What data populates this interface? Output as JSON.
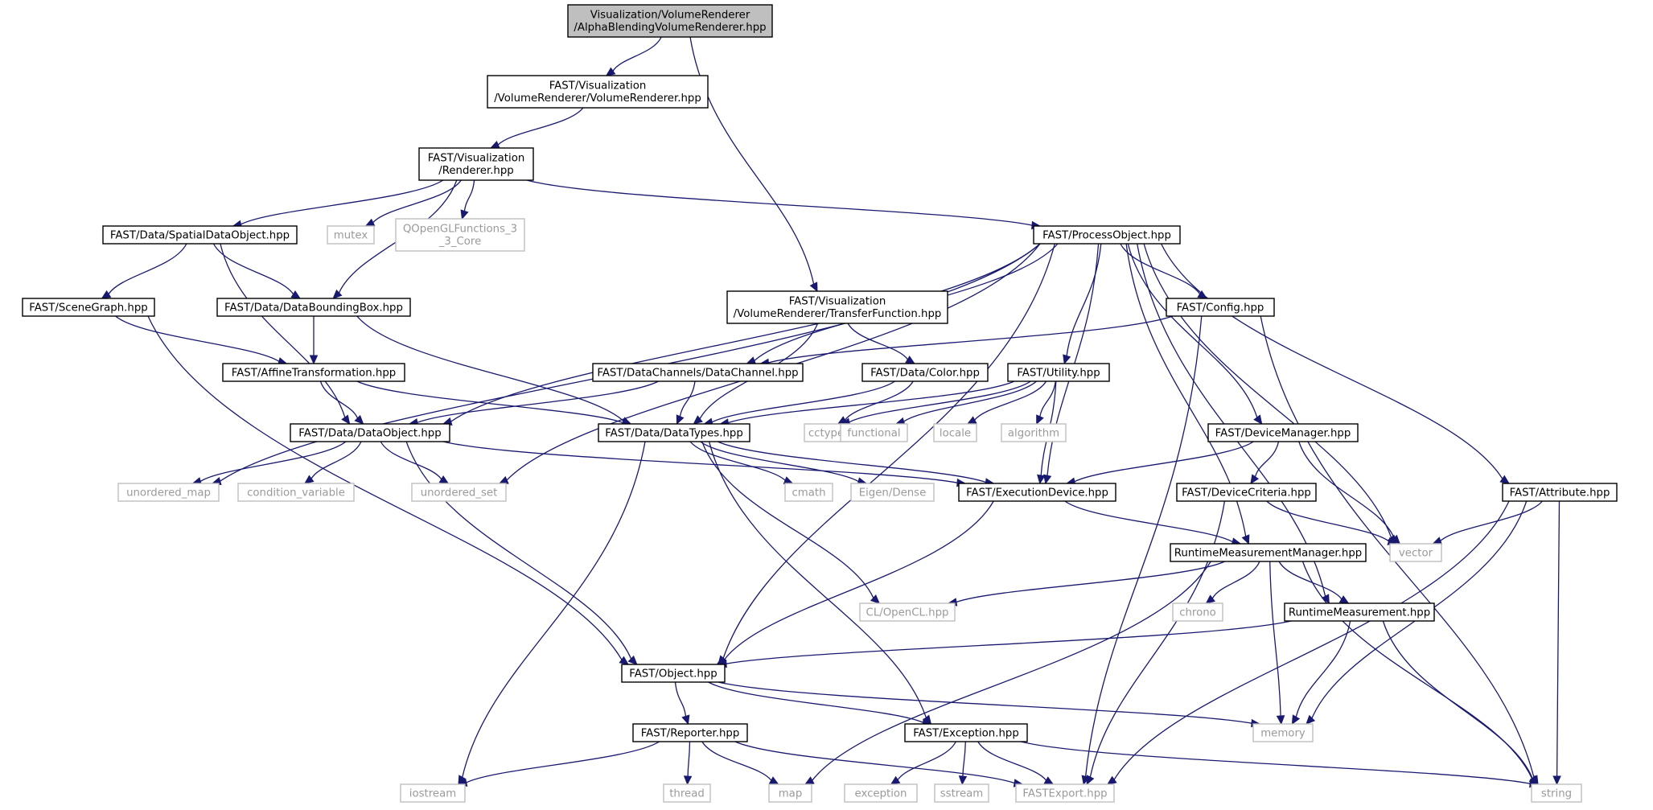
{
  "colors": {
    "edge": "#191970",
    "root_fill": "#bfbfbf",
    "local_border": "#000000",
    "system_border": "#bfbfbf",
    "system_text": "#9a9a9a"
  },
  "nodes": [
    {
      "id": "root",
      "kind": "root",
      "lines": [
        "Visualization/VolumeRenderer",
        "/AlphaBlendingVolumeRenderer.hpp"
      ]
    },
    {
      "id": "volrend",
      "kind": "local",
      "lines": [
        "FAST/Visualization",
        "/VolumeRenderer/VolumeRenderer.hpp"
      ]
    },
    {
      "id": "renderer",
      "kind": "local",
      "lines": [
        "FAST/Visualization",
        "/Renderer.hpp"
      ]
    },
    {
      "id": "spatial",
      "kind": "local",
      "lines": [
        "FAST/Data/SpatialDataObject.hpp"
      ]
    },
    {
      "id": "mutex",
      "kind": "system",
      "lines": [
        "mutex"
      ]
    },
    {
      "id": "qopengl",
      "kind": "system",
      "lines": [
        "QOpenGLFunctions_3",
        "_3_Core"
      ]
    },
    {
      "id": "process",
      "kind": "local",
      "lines": [
        "FAST/ProcessObject.hpp"
      ]
    },
    {
      "id": "scenegraph",
      "kind": "local",
      "lines": [
        "FAST/SceneGraph.hpp"
      ]
    },
    {
      "id": "bbox",
      "kind": "local",
      "lines": [
        "FAST/Data/DataBoundingBox.hpp"
      ]
    },
    {
      "id": "transfer",
      "kind": "local",
      "lines": [
        "FAST/Visualization",
        "/VolumeRenderer/TransferFunction.hpp"
      ]
    },
    {
      "id": "config",
      "kind": "local",
      "lines": [
        "FAST/Config.hpp"
      ]
    },
    {
      "id": "affine",
      "kind": "local",
      "lines": [
        "FAST/AffineTransformation.hpp"
      ]
    },
    {
      "id": "datachannel",
      "kind": "local",
      "lines": [
        "FAST/DataChannels/DataChannel.hpp"
      ]
    },
    {
      "id": "color",
      "kind": "local",
      "lines": [
        "FAST/Data/Color.hpp"
      ]
    },
    {
      "id": "utility",
      "kind": "local",
      "lines": [
        "FAST/Utility.hpp"
      ]
    },
    {
      "id": "dataobject",
      "kind": "local",
      "lines": [
        "FAST/Data/DataObject.hpp"
      ]
    },
    {
      "id": "datatypes",
      "kind": "local",
      "lines": [
        "FAST/Data/DataTypes.hpp"
      ]
    },
    {
      "id": "cctype",
      "kind": "system",
      "lines": [
        "cctype"
      ]
    },
    {
      "id": "functional",
      "kind": "system",
      "lines": [
        "functional"
      ]
    },
    {
      "id": "locale",
      "kind": "system",
      "lines": [
        "locale"
      ]
    },
    {
      "id": "algorithm",
      "kind": "system",
      "lines": [
        "algorithm"
      ]
    },
    {
      "id": "devicemanager",
      "kind": "local",
      "lines": [
        "FAST/DeviceManager.hpp"
      ]
    },
    {
      "id": "unordered_map",
      "kind": "system",
      "lines": [
        "unordered_map"
      ]
    },
    {
      "id": "condvar",
      "kind": "system",
      "lines": [
        "condition_variable"
      ]
    },
    {
      "id": "unordered_set",
      "kind": "system",
      "lines": [
        "unordered_set"
      ]
    },
    {
      "id": "cmath",
      "kind": "system",
      "lines": [
        "cmath"
      ]
    },
    {
      "id": "eigen",
      "kind": "system",
      "lines": [
        "Eigen/Dense"
      ]
    },
    {
      "id": "execdevice",
      "kind": "local",
      "lines": [
        "FAST/ExecutionDevice.hpp"
      ]
    },
    {
      "id": "devicecriteria",
      "kind": "local",
      "lines": [
        "FAST/DeviceCriteria.hpp"
      ]
    },
    {
      "id": "attribute",
      "kind": "local",
      "lines": [
        "FAST/Attribute.hpp"
      ]
    },
    {
      "id": "rtmm",
      "kind": "local",
      "lines": [
        "RuntimeMeasurementManager.hpp"
      ]
    },
    {
      "id": "vector",
      "kind": "system",
      "lines": [
        "vector"
      ]
    },
    {
      "id": "opencl",
      "kind": "system",
      "lines": [
        "CL/OpenCL.hpp"
      ]
    },
    {
      "id": "chrono",
      "kind": "system",
      "lines": [
        "chrono"
      ]
    },
    {
      "id": "rtm",
      "kind": "local",
      "lines": [
        "RuntimeMeasurement.hpp"
      ]
    },
    {
      "id": "object",
      "kind": "local",
      "lines": [
        "FAST/Object.hpp"
      ]
    },
    {
      "id": "reporter",
      "kind": "local",
      "lines": [
        "FAST/Reporter.hpp"
      ]
    },
    {
      "id": "exception",
      "kind": "local",
      "lines": [
        "FAST/Exception.hpp"
      ]
    },
    {
      "id": "memory",
      "kind": "system",
      "lines": [
        "memory"
      ]
    },
    {
      "id": "iostream",
      "kind": "system",
      "lines": [
        "iostream"
      ]
    },
    {
      "id": "thread",
      "kind": "system",
      "lines": [
        "thread"
      ]
    },
    {
      "id": "map",
      "kind": "system",
      "lines": [
        "map"
      ]
    },
    {
      "id": "std_exception",
      "kind": "system",
      "lines": [
        "exception"
      ]
    },
    {
      "id": "sstream",
      "kind": "system",
      "lines": [
        "sstream"
      ]
    },
    {
      "id": "fastexport",
      "kind": "system",
      "lines": [
        "FASTExport.hpp"
      ]
    },
    {
      "id": "string",
      "kind": "system",
      "lines": [
        "string"
      ]
    }
  ],
  "edges": [
    [
      "root",
      "volrend"
    ],
    [
      "root",
      "transfer"
    ],
    [
      "volrend",
      "renderer"
    ],
    [
      "renderer",
      "spatial"
    ],
    [
      "renderer",
      "mutex"
    ],
    [
      "renderer",
      "qopengl"
    ],
    [
      "renderer",
      "process"
    ],
    [
      "renderer",
      "bbox"
    ],
    [
      "spatial",
      "scenegraph"
    ],
    [
      "spatial",
      "bbox"
    ],
    [
      "spatial",
      "dataobject"
    ],
    [
      "process",
      "unordered_map"
    ],
    [
      "process",
      "dataobject"
    ],
    [
      "process",
      "unordered_set"
    ],
    [
      "process",
      "object"
    ],
    [
      "process",
      "datachannel"
    ],
    [
      "process",
      "config"
    ],
    [
      "process",
      "utility"
    ],
    [
      "process",
      "execdevice"
    ],
    [
      "process",
      "devicemanager"
    ],
    [
      "process",
      "rtmm"
    ],
    [
      "process",
      "vector"
    ],
    [
      "process",
      "rtm"
    ],
    [
      "process",
      "attribute"
    ],
    [
      "scenegraph",
      "affine"
    ],
    [
      "scenegraph",
      "object"
    ],
    [
      "bbox",
      "affine"
    ],
    [
      "bbox",
      "datatypes"
    ],
    [
      "transfer",
      "datatypes"
    ],
    [
      "transfer",
      "color"
    ],
    [
      "config",
      "datachannel"
    ],
    [
      "config",
      "fastexport"
    ],
    [
      "config",
      "string"
    ],
    [
      "affine",
      "dataobject"
    ],
    [
      "affine",
      "datatypes"
    ],
    [
      "datachannel",
      "dataobject"
    ],
    [
      "datachannel",
      "datatypes"
    ],
    [
      "color",
      "datatypes"
    ],
    [
      "color",
      "cctype"
    ],
    [
      "utility",
      "datatypes"
    ],
    [
      "utility",
      "cctype"
    ],
    [
      "utility",
      "functional"
    ],
    [
      "utility",
      "locale"
    ],
    [
      "utility",
      "algorithm"
    ],
    [
      "utility",
      "execdevice"
    ],
    [
      "dataobject",
      "unordered_map"
    ],
    [
      "dataobject",
      "condvar"
    ],
    [
      "dataobject",
      "unordered_set"
    ],
    [
      "dataobject",
      "execdevice"
    ],
    [
      "dataobject",
      "object"
    ],
    [
      "datatypes",
      "cmath"
    ],
    [
      "datatypes",
      "eigen"
    ],
    [
      "datatypes",
      "execdevice"
    ],
    [
      "datatypes",
      "opencl"
    ],
    [
      "datatypes",
      "exception"
    ],
    [
      "datatypes",
      "iostream"
    ],
    [
      "devicemanager",
      "execdevice"
    ],
    [
      "devicemanager",
      "devicecriteria"
    ],
    [
      "devicemanager",
      "vector"
    ],
    [
      "execdevice",
      "rtmm"
    ],
    [
      "execdevice",
      "object"
    ],
    [
      "devicecriteria",
      "vector"
    ],
    [
      "devicecriteria",
      "fastexport"
    ],
    [
      "attribute",
      "vector"
    ],
    [
      "attribute",
      "memory"
    ],
    [
      "attribute",
      "string"
    ],
    [
      "attribute",
      "fastexport"
    ],
    [
      "rtmm",
      "opencl"
    ],
    [
      "rtmm",
      "chrono"
    ],
    [
      "rtmm",
      "rtm"
    ],
    [
      "rtmm",
      "memory"
    ],
    [
      "rtmm",
      "map"
    ],
    [
      "rtmm",
      "string"
    ],
    [
      "rtm",
      "object"
    ],
    [
      "rtm",
      "memory"
    ],
    [
      "rtm",
      "string"
    ],
    [
      "object",
      "reporter"
    ],
    [
      "object",
      "exception"
    ],
    [
      "object",
      "memory"
    ],
    [
      "reporter",
      "iostream"
    ],
    [
      "reporter",
      "thread"
    ],
    [
      "reporter",
      "map"
    ],
    [
      "reporter",
      "fastexport"
    ],
    [
      "exception",
      "std_exception"
    ],
    [
      "exception",
      "sstream"
    ],
    [
      "exception",
      "fastexport"
    ],
    [
      "exception",
      "string"
    ]
  ]
}
